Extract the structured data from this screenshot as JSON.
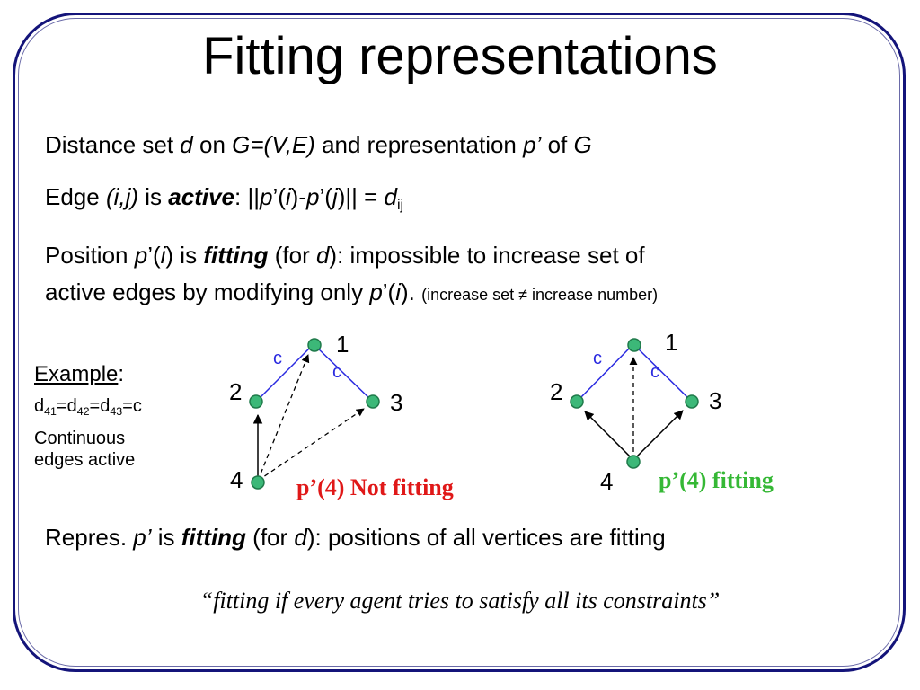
{
  "title": "Fitting representations",
  "line1": {
    "t1": "Distance set ",
    "d": "d",
    "t2": " on ",
    "g": "G=(V,E)",
    "t3": " and representation ",
    "p": "p’",
    "t4": " of ",
    "g2": "G"
  },
  "line2": {
    "t1": "Edge ",
    "ij": "(i,j)",
    "t2": " is ",
    "active": "active",
    "t3": ": ||",
    "p1": "p",
    "t4": "’(",
    "i": "i",
    "t5": ")-",
    "p2": "p",
    "t6": "’(",
    "j": "j",
    "t7": ")|| = ",
    "d": "d",
    "sub": "ij"
  },
  "line3": {
    "t1": "Position ",
    "p": "p",
    "t2": "’(",
    "i": "i",
    "t3": ") is ",
    "fitting": "fitting",
    "t4": " (for ",
    "d": "d",
    "t5": "): impossible to increase set of"
  },
  "line4": {
    "t1": "active edges by modifying only ",
    "p": "p",
    "t2": "’(",
    "i": "i",
    "t3": "). ",
    "note": "(increase set ≠ increase number)"
  },
  "example": {
    "label": "Example",
    "colon": ":",
    "d1": "d",
    "s1": "41",
    "e1": "=d",
    "s2": "42",
    "e2": "=d",
    "s3": "43",
    "e3": "=c",
    "cont1": "Continuous",
    "cont2": "edges active"
  },
  "graph_left": {
    "v1": "1",
    "v2": "2",
    "v3": "3",
    "v4": "4",
    "c1": "c",
    "c2": "c",
    "caption": "p’(4) Not fitting"
  },
  "graph_right": {
    "v1": "1",
    "v2": "2",
    "v3": "3",
    "v4": "4",
    "c1": "c",
    "c2": "c",
    "caption": "p’(4) fitting"
  },
  "line5": {
    "t1": "Repres. ",
    "p": "p’",
    "t2": " is ",
    "fitting": "fitting",
    "t3": " (for ",
    "d": "d",
    "t4": "): positions of all vertices are fitting"
  },
  "quote": "“fitting if every agent tries to satisfy all its constraints”",
  "colors": {
    "frame": "#14147a",
    "node": "#3cb878",
    "edge_c": "#2a2ae0",
    "not_fitting": "#e01818",
    "fitting": "#35b835"
  }
}
